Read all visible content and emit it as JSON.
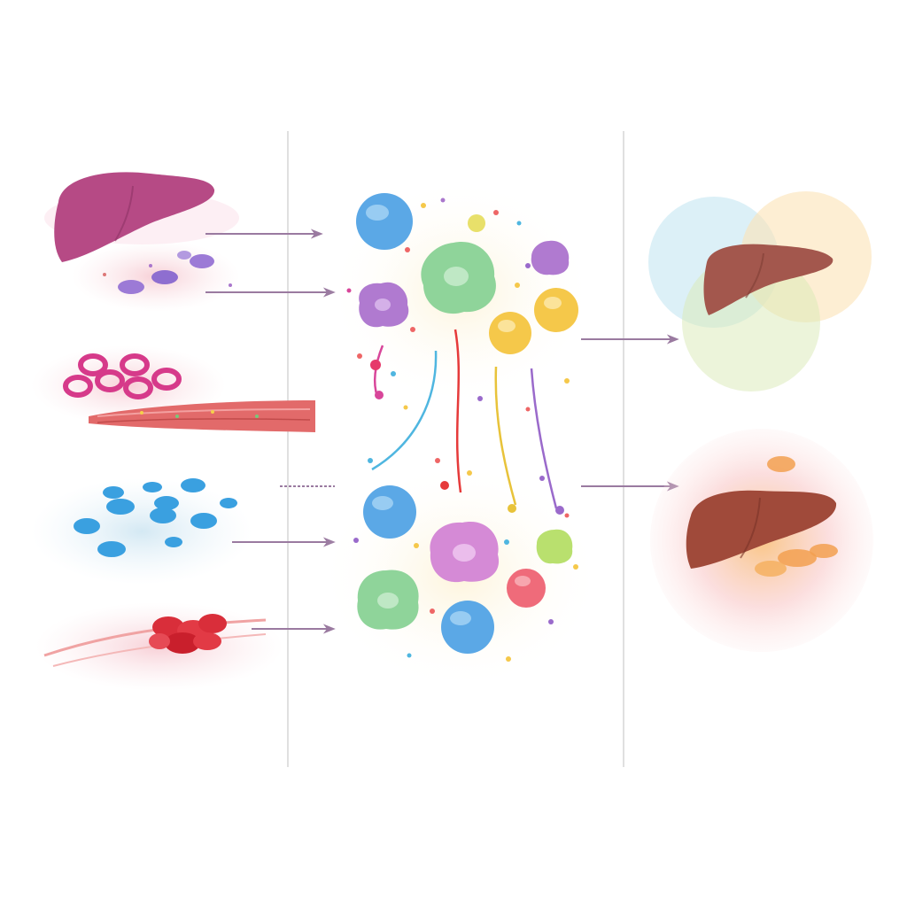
{
  "diagram": {
    "columns": [
      "sources",
      "cells",
      "outcomes"
    ],
    "sources": [
      {
        "name": "healthy-liver"
      },
      {
        "name": "purple-cell-cluster"
      },
      {
        "name": "pink-ring-cells"
      },
      {
        "name": "tissue-strip"
      },
      {
        "name": "blue-cell-cluster"
      },
      {
        "name": "red-tissue-mass"
      }
    ],
    "cells": [
      {
        "name": "blue-cell",
        "color": "#5ba8e6"
      },
      {
        "name": "green-cell",
        "color": "#8fd49a"
      },
      {
        "name": "purple-cell",
        "color": "#b07ad0"
      },
      {
        "name": "yellow-cell",
        "color": "#f5c84a"
      },
      {
        "name": "pink-cell",
        "color": "#d58ad6"
      },
      {
        "name": "red-cell",
        "color": "#ef6b7a"
      }
    ],
    "signal_colors": [
      "#4fb6e0",
      "#e63a3a",
      "#e8c33a",
      "#9a6acb"
    ],
    "outcomes": [
      {
        "name": "healthy-liver-outcome",
        "halo_colors": [
          "#bfe3f0",
          "#fbe3b5",
          "#d9eab5"
        ]
      },
      {
        "name": "inflamed-liver-outcome",
        "halo_colors": [
          "#f9c9c9",
          "#f8b86a"
        ]
      }
    ],
    "palette": {
      "liver": "#b64a85",
      "liver_outcome": "#a3574d",
      "arrow": "#9a7aa0",
      "divider": "#d6d6d6"
    }
  }
}
